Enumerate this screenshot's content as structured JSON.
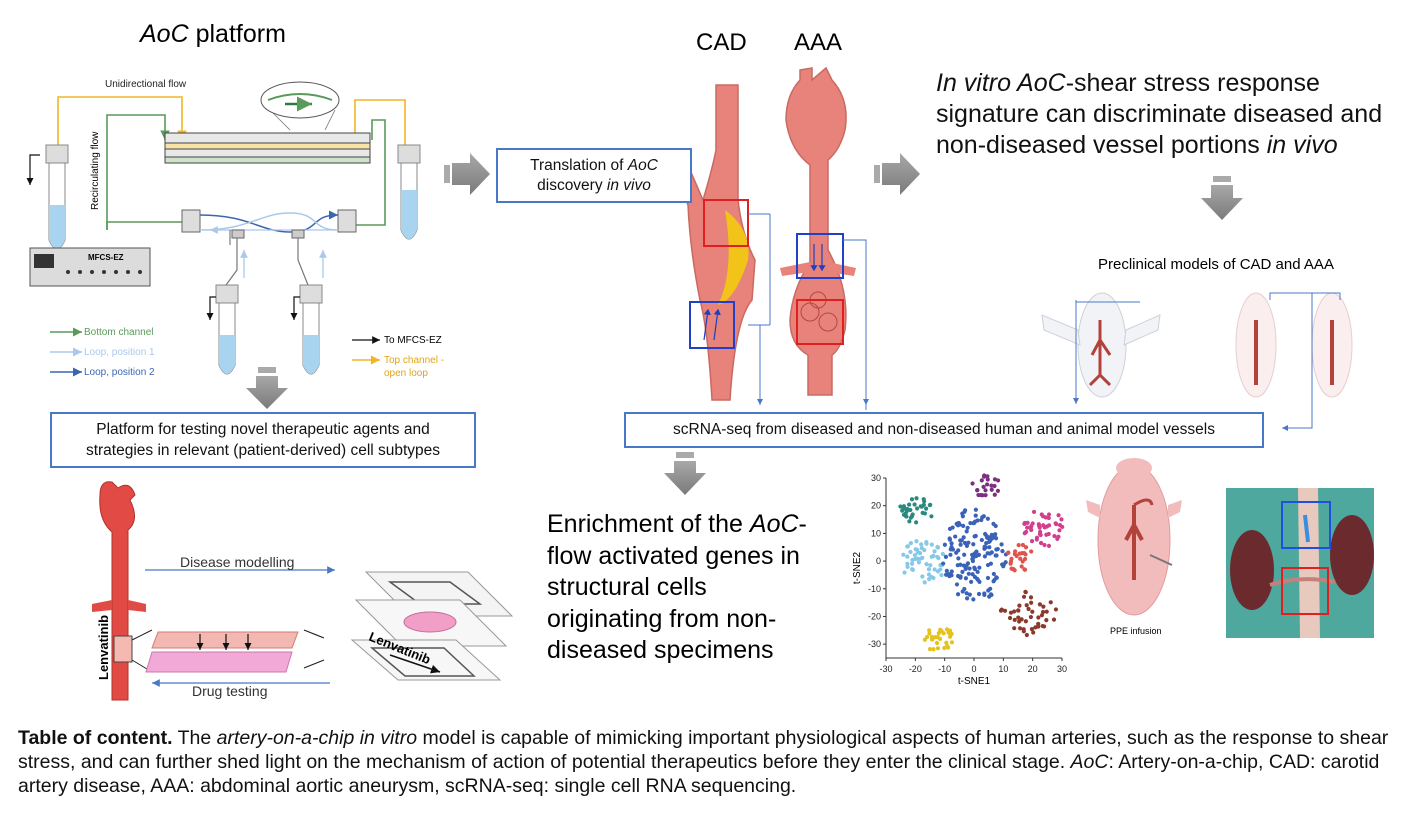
{
  "titles": {
    "aoc_platform_italic": "AoC",
    "aoc_platform_rest": " platform",
    "cad": "CAD",
    "aaa": "AAA"
  },
  "flow_labels": {
    "unidirectional": "Unidirectional flow",
    "recirculating": "Recirculating flow",
    "device": "MFCS-EZ"
  },
  "legend": {
    "bottom_channel": "Bottom channel",
    "loop_1": "Loop, position 1",
    "loop_2": "Loop, position 2",
    "to_mfcs": "To MFCS-EZ",
    "top_channel_1": "Top channel -",
    "top_channel_2": "open loop"
  },
  "boxes": {
    "translation_1a": "Translation of ",
    "translation_1b": "AoC",
    "translation_2a": "discovery ",
    "translation_2b": "in vivo",
    "platform_1": "Platform for testing novel therapeutic agents and",
    "platform_2": "strategies in relevant (patient-derived) cell subtypes",
    "scrna": "scRNA-seq from diseased and non-diseased human and animal model vessels"
  },
  "signature": {
    "l1a": "In vitro AoC",
    "l1b": "-shear stress response",
    "l2": "signature can discriminate diseased and",
    "l3a": "non-diseased vessel portions ",
    "l3b": "in vivo"
  },
  "preclinical": "Preclinical models of CAD and AAA",
  "enrichment": {
    "l1a": "Enrichment of the ",
    "l1b": "AoC",
    "l1c": "-",
    "l2": "flow activated genes in",
    "l3": "structural cells",
    "l4": "originating from non-",
    "l5": "diseased specimens"
  },
  "bottom_left": {
    "disease_modelling": "Disease modelling",
    "drug_testing": "Drug testing",
    "lenvatinib": "Lenvatinib"
  },
  "ppe_infusion": "PPE infusion",
  "caption": {
    "bold": "Table of content.",
    "p1": " The ",
    "i1": "artery-on-a-chip in vitro",
    "p2": " model is capable of mimicking important physiological aspects of human arteries, such as the response to shear stress, and can further shed light on the mechanism of action of potential therapeutics before they enter the clinical stage. ",
    "i2": "AoC",
    "p3": ": Artery-on-a-chip, CAD: carotid artery disease, AAA: abdominal aortic aneurysm, scRNA-seq: single cell RNA sequencing."
  },
  "colors": {
    "box_border": "#4a78c8",
    "artery": "#e8837b",
    "plaque": "#f2c318",
    "gray_arrow": "#8c8c8c",
    "green": "#5a9a5a",
    "yellow": "#f2b526",
    "light_blue": "#a9c8ec",
    "dark_blue": "#3a66b0"
  },
  "chart_data": {
    "type": "scatter",
    "xlabel": "t-SNE1",
    "ylabel": "t-SNE2",
    "xlim": [
      -30,
      30
    ],
    "ylim": [
      -35,
      30
    ],
    "xticks": [
      -30,
      -20,
      -10,
      0,
      10,
      20,
      30
    ],
    "yticks": [
      -30,
      -20,
      -10,
      0,
      10,
      20,
      30
    ],
    "clusters": [
      {
        "color": "#2b8a7e",
        "cx": -20,
        "cy": 18,
        "rx": 6,
        "ry": 5,
        "n": 35
      },
      {
        "color": "#7b2f7f",
        "cx": 4,
        "cy": 27,
        "rx": 5,
        "ry": 4,
        "n": 22
      },
      {
        "color": "#d23f8f",
        "cx": 24,
        "cy": 12,
        "rx": 7,
        "ry": 7,
        "n": 45
      },
      {
        "color": "#86c8e8",
        "cx": -17,
        "cy": 0,
        "rx": 8,
        "ry": 8,
        "n": 55
      },
      {
        "color": "#3a62b8",
        "cx": 0,
        "cy": 2,
        "rx": 11,
        "ry": 17,
        "n": 150
      },
      {
        "color": "#e0544c",
        "cx": 16,
        "cy": 1,
        "rx": 5,
        "ry": 5,
        "n": 25
      },
      {
        "color": "#8a3a2c",
        "cx": 19,
        "cy": -19,
        "rx": 10,
        "ry": 8,
        "n": 45
      },
      {
        "color": "#e6c21e",
        "cx": -12,
        "cy": -28,
        "rx": 5,
        "ry": 5,
        "n": 30
      }
    ]
  }
}
